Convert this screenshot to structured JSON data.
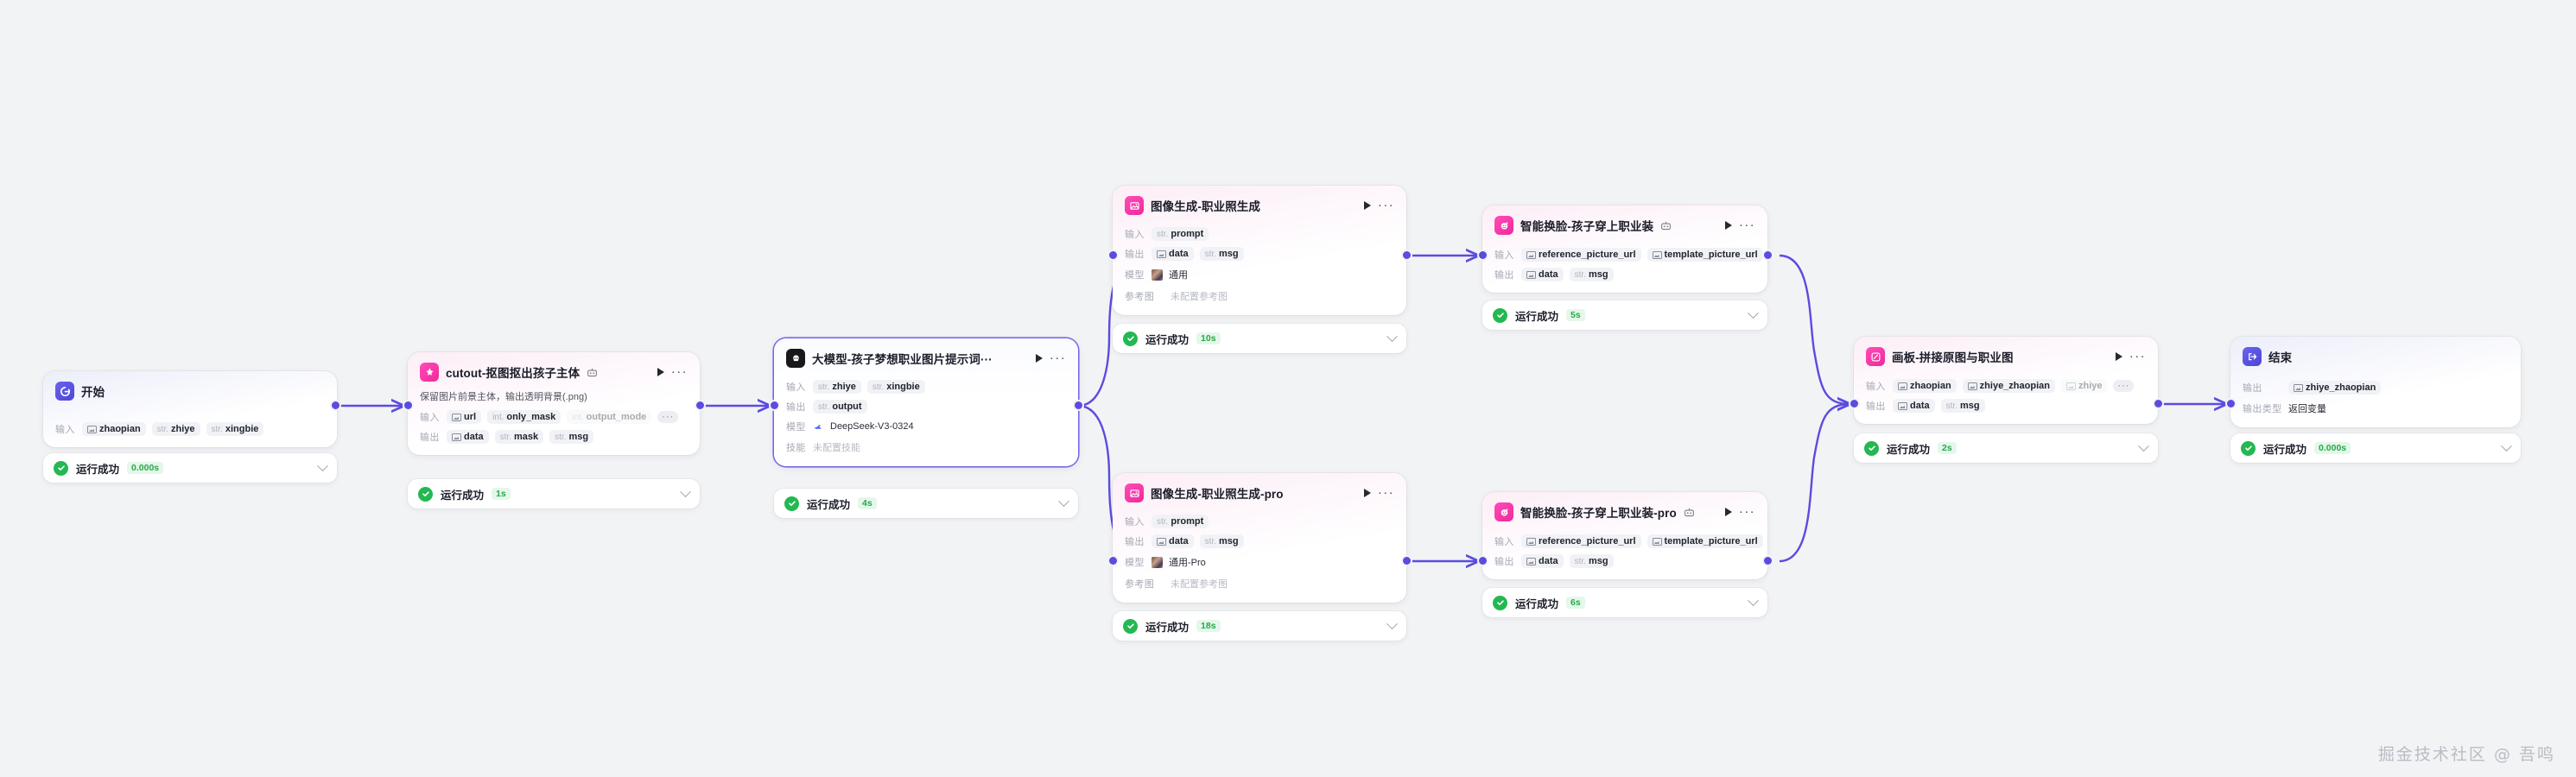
{
  "canvas": {
    "background": "#f2f3f5",
    "edge_color": "#5b4ce0",
    "accent": "#5b4ce0"
  },
  "watermark": {
    "text": "掘金技术社区 @ 吾鸣"
  },
  "labels": {
    "input": "输入",
    "output": "输出",
    "model": "模型",
    "skill": "技能",
    "refimg": "参考图",
    "output_type": "输出类型",
    "overflow": "···"
  },
  "nodes": [
    {
      "id": "start",
      "title": "开始",
      "icon": "start-icon",
      "icon_color": "#5b4ce0",
      "style": "grad-blue",
      "rows": [
        {
          "label": "输入",
          "chips": [
            {
              "pre": "",
              "text": "zhaopian",
              "kind": "image"
            },
            {
              "pre": "str.",
              "text": "zhiye",
              "kind": "str"
            },
            {
              "pre": "str.",
              "text": "xingbie",
              "kind": "str"
            }
          ]
        }
      ],
      "status": {
        "text": "运行成功",
        "duration": "0.000s"
      }
    },
    {
      "id": "cutout",
      "title": "cutout-抠图抠出孩子主体",
      "icon": "plugin-icon",
      "icon_color": "#f0289c",
      "style": "grad-pink",
      "badge_icon": "robot-icon",
      "desc": "保留图片前景主体，输出透明背景(.png)",
      "rows": [
        {
          "label": "输入",
          "chips": [
            {
              "pre": "",
              "text": "url",
              "kind": "image"
            },
            {
              "pre": "int.",
              "text": "only_mask",
              "kind": "int"
            },
            {
              "pre": "int.",
              "text": "output_mode",
              "kind": "int",
              "fade": true
            }
          ],
          "overflow": true
        },
        {
          "label": "输出",
          "chips": [
            {
              "pre": "",
              "text": "data",
              "kind": "image"
            },
            {
              "pre": "str.",
              "text": "mask",
              "kind": "str"
            },
            {
              "pre": "str.",
              "text": "msg",
              "kind": "str"
            }
          ]
        }
      ],
      "status": {
        "text": "运行成功",
        "duration": "1s"
      }
    },
    {
      "id": "llm",
      "title": "大模型-孩子梦想职业图片提示词···",
      "icon": "llm-icon",
      "icon_color": "#18181b",
      "style": "grad-white",
      "selected": true,
      "rows": [
        {
          "label": "输入",
          "chips": [
            {
              "pre": "str.",
              "text": "zhiye",
              "kind": "str"
            },
            {
              "pre": "str.",
              "text": "xingbie",
              "kind": "str"
            }
          ]
        },
        {
          "label": "输出",
          "chips": [
            {
              "pre": "str.",
              "text": "output",
              "kind": "str"
            }
          ]
        },
        {
          "label": "模型",
          "plain": "DeepSeek-V3-0324",
          "plain_icon": "deepseek-icon"
        },
        {
          "label": "技能",
          "muted": "未配置技能"
        }
      ],
      "status": {
        "text": "运行成功",
        "duration": "4s"
      }
    },
    {
      "id": "imggen",
      "title": "图像生成-职业照生成",
      "icon": "image-gen-icon",
      "icon_color": "#f0289c",
      "style": "grad-pink",
      "rows": [
        {
          "label": "输入",
          "chips": [
            {
              "pre": "str.",
              "text": "prompt",
              "kind": "str"
            }
          ]
        },
        {
          "label": "输出",
          "chips": [
            {
              "pre": "",
              "text": "data",
              "kind": "image"
            },
            {
              "pre": "str.",
              "text": "msg",
              "kind": "str"
            }
          ]
        },
        {
          "label": "模型",
          "plain": "通用",
          "plain_icon": "model-thumb"
        },
        {
          "label": "参考图",
          "muted": "未配置参考图"
        }
      ],
      "status": {
        "text": "运行成功",
        "duration": "10s"
      }
    },
    {
      "id": "imggen-pro",
      "title": "图像生成-职业照生成-pro",
      "icon": "image-gen-icon",
      "icon_color": "#f0289c",
      "style": "grad-pink",
      "rows": [
        {
          "label": "输入",
          "chips": [
            {
              "pre": "str.",
              "text": "prompt",
              "kind": "str"
            }
          ]
        },
        {
          "label": "输出",
          "chips": [
            {
              "pre": "",
              "text": "data",
              "kind": "image"
            },
            {
              "pre": "str.",
              "text": "msg",
              "kind": "str"
            }
          ]
        },
        {
          "label": "模型",
          "plain": "通用-Pro",
          "plain_icon": "model-thumb"
        },
        {
          "label": "参考图",
          "muted": "未配置参考图"
        }
      ],
      "status": {
        "text": "运行成功",
        "duration": "18s"
      }
    },
    {
      "id": "faceswap",
      "title": "智能换脸-孩子穿上职业装",
      "icon": "face-swap-icon",
      "icon_color": "#f0289c",
      "style": "grad-pink",
      "badge_icon": "robot-icon",
      "rows": [
        {
          "label": "输入",
          "chips": [
            {
              "pre": "",
              "text": "reference_picture_url",
              "kind": "image"
            },
            {
              "pre": "",
              "text": "template_picture_url",
              "kind": "image"
            }
          ]
        },
        {
          "label": "输出",
          "chips": [
            {
              "pre": "",
              "text": "data",
              "kind": "image"
            },
            {
              "pre": "str.",
              "text": "msg",
              "kind": "str"
            }
          ]
        }
      ],
      "status": {
        "text": "运行成功",
        "duration": "5s"
      }
    },
    {
      "id": "faceswap-pro",
      "title": "智能换脸-孩子穿上职业装-pro",
      "icon": "face-swap-icon",
      "icon_color": "#f0289c",
      "style": "grad-pink",
      "badge_icon": "robot-icon",
      "rows": [
        {
          "label": "输入",
          "chips": [
            {
              "pre": "",
              "text": "reference_picture_url",
              "kind": "image"
            },
            {
              "pre": "",
              "text": "template_picture_url",
              "kind": "image"
            }
          ]
        },
        {
          "label": "输出",
          "chips": [
            {
              "pre": "",
              "text": "data",
              "kind": "image"
            },
            {
              "pre": "str.",
              "text": "msg",
              "kind": "str"
            }
          ]
        }
      ],
      "status": {
        "text": "运行成功",
        "duration": "6s"
      }
    },
    {
      "id": "canvas-merge",
      "title": "画板-拼接原图与职业图",
      "icon": "canvas-icon",
      "icon_color": "#f0289c",
      "style": "grad-pink",
      "rows": [
        {
          "label": "输入",
          "chips": [
            {
              "pre": "",
              "text": "zhaopian",
              "kind": "image"
            },
            {
              "pre": "",
              "text": "zhiye_zhaopian",
              "kind": "image"
            },
            {
              "pre": "",
              "text": "zhiye",
              "kind": "image",
              "fade": true
            }
          ],
          "overflow": true
        },
        {
          "label": "输出",
          "chips": [
            {
              "pre": "",
              "text": "data",
              "kind": "image"
            },
            {
              "pre": "str.",
              "text": "msg",
              "kind": "str"
            }
          ]
        }
      ],
      "status": {
        "text": "运行成功",
        "duration": "2s"
      }
    },
    {
      "id": "end",
      "title": "结束",
      "icon": "end-icon",
      "icon_color": "#5b4ce0",
      "style": "grad-blue",
      "rows": [
        {
          "label": "输出",
          "chips": [
            {
              "pre": "",
              "text": "zhiye_zhaopian",
              "kind": "image"
            }
          ]
        },
        {
          "label": "输出类型",
          "plain": "返回变量"
        }
      ],
      "status": {
        "text": "运行成功",
        "duration": "0.000s"
      }
    }
  ]
}
